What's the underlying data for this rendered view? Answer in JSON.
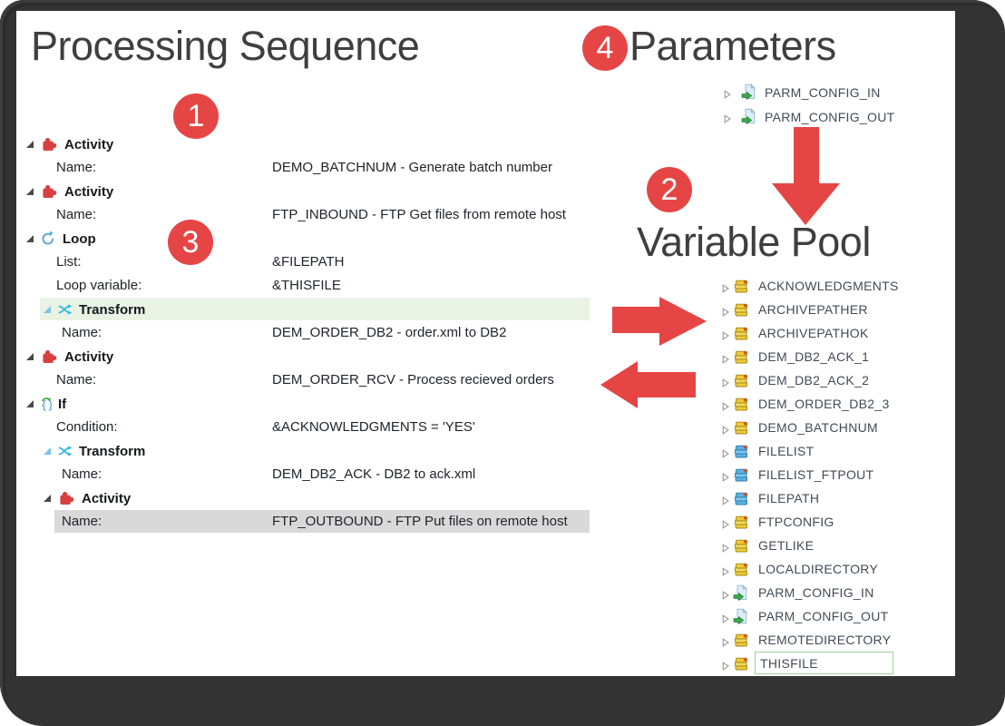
{
  "colors": {
    "accent_red": "#e64545",
    "frame": "#333333",
    "title": "#3f3f3f",
    "highlight_green": "#e9f3e4",
    "highlight_gray": "#d9d9d9",
    "selection_border": "#9ccf9c"
  },
  "annotations": {
    "badge_1": "1",
    "badge_2": "2",
    "badge_3": "3",
    "badge_4": "4"
  },
  "processing_sequence": {
    "title": "Processing Sequence",
    "rows": [
      {
        "kind": "node",
        "icon": "activity-icon",
        "label": "Activity",
        "level": 0
      },
      {
        "kind": "field",
        "label": "Name:",
        "value": "DEMO_BATCHNUM - Generate batch number",
        "level": 0
      },
      {
        "kind": "node",
        "icon": "activity-icon",
        "label": "Activity",
        "level": 0
      },
      {
        "kind": "field",
        "label": "Name:",
        "value": "FTP_INBOUND - FTP Get files from remote host",
        "level": 0
      },
      {
        "kind": "node",
        "icon": "loop-icon",
        "label": "Loop",
        "level": 0
      },
      {
        "kind": "field",
        "label": "List:",
        "value": "&FILEPATH",
        "level": 0
      },
      {
        "kind": "field",
        "label": "Loop variable:",
        "value": "&THISFILE",
        "level": 0
      },
      {
        "kind": "node",
        "icon": "transform-icon",
        "label": "Transform",
        "level": 1,
        "highlight": "green"
      },
      {
        "kind": "field",
        "label": "Name:",
        "value": "DEM_ORDER_DB2 - order.xml to DB2",
        "level": 1
      },
      {
        "kind": "node",
        "icon": "activity-icon",
        "label": "Activity",
        "level": 0
      },
      {
        "kind": "field",
        "label": "Name:",
        "value": "DEM_ORDER_RCV - Process recieved orders",
        "level": 0
      },
      {
        "kind": "node",
        "icon": "if-icon",
        "label": "If",
        "level": 0
      },
      {
        "kind": "field",
        "label": "Condition:",
        "value": "&ACKNOWLEDGMENTS = 'YES'",
        "level": 0
      },
      {
        "kind": "node",
        "icon": "transform-icon",
        "label": "Transform",
        "level": 1
      },
      {
        "kind": "field",
        "label": "Name:",
        "value": "DEM_DB2_ACK - DB2 to ack.xml",
        "level": 1
      },
      {
        "kind": "node",
        "icon": "activity-icon",
        "label": "Activity",
        "level": 1
      },
      {
        "kind": "field",
        "label": "Name:",
        "value": "FTP_OUTBOUND - FTP Put files on remote host",
        "level": 1,
        "highlight": "gray"
      }
    ]
  },
  "parameters": {
    "title": "Parameters",
    "items": [
      {
        "label": "PARM_CONFIG_IN",
        "icon": "parameter-file-icon"
      },
      {
        "label": "PARM_CONFIG_OUT",
        "icon": "parameter-file-icon"
      }
    ]
  },
  "variable_pool": {
    "title": "Variable Pool",
    "items": [
      {
        "label": "ACKNOWLEDGMENTS",
        "icon": "variable-icon"
      },
      {
        "label": "ARCHIVEPATHER",
        "icon": "variable-icon"
      },
      {
        "label": "ARCHIVEPATHOK",
        "icon": "variable-icon"
      },
      {
        "label": "DEM_DB2_ACK_1",
        "icon": "variable-icon"
      },
      {
        "label": "DEM_DB2_ACK_2",
        "icon": "variable-icon"
      },
      {
        "label": "DEM_ORDER_DB2_3",
        "icon": "variable-icon"
      },
      {
        "label": "DEMO_BATCHNUM",
        "icon": "variable-icon"
      },
      {
        "label": "FILELIST",
        "icon": "list-variable-icon"
      },
      {
        "label": "FILELIST_FTPOUT",
        "icon": "list-variable-icon"
      },
      {
        "label": "FILEPATH",
        "icon": "list-variable-icon"
      },
      {
        "label": "FTPCONFIG",
        "icon": "variable-icon"
      },
      {
        "label": "GETLIKE",
        "icon": "variable-icon"
      },
      {
        "label": "LOCALDIRECTORY",
        "icon": "variable-icon"
      },
      {
        "label": "PARM_CONFIG_IN",
        "icon": "parameter-file-icon"
      },
      {
        "label": "PARM_CONFIG_OUT",
        "icon": "parameter-file-icon"
      },
      {
        "label": "REMOTEDIRECTORY",
        "icon": "variable-icon"
      },
      {
        "label": "THISFILE",
        "icon": "variable-icon",
        "selected": true
      }
    ]
  }
}
